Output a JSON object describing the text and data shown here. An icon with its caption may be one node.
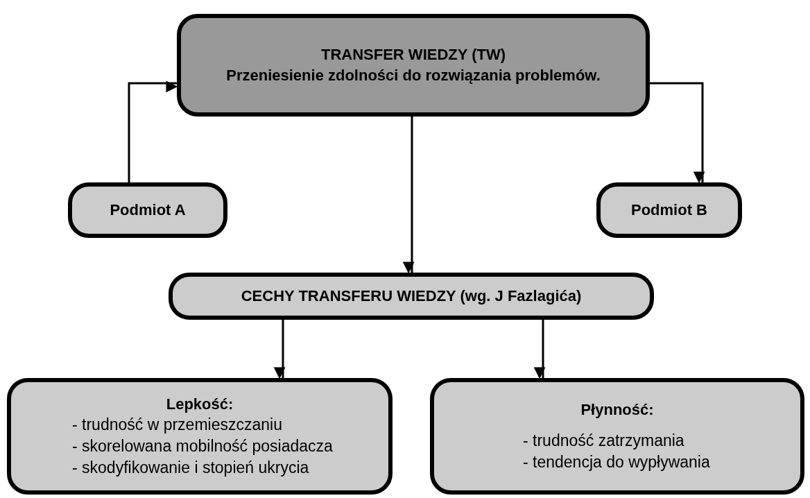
{
  "diagram": {
    "nodes": [
      {
        "text": [
          "TRANSFER WIEDZY (TW)",
          "Przeniesienie zdolności do rozwiązania problemów."
        ]
      },
      {
        "text": [
          "Podmiot A"
        ]
      },
      {
        "text": [
          "Podmiot B"
        ]
      },
      {
        "text": [
          "CECHY TRANSFERU WIEDZY (wg. J Fazlagića)"
        ]
      },
      {
        "text": [
          "Lepkość:",
          "- trudność w przemieszczaniu",
          "- skorelowana mobilność posiadacza",
          "- skodyfikowanie i stopień ukrycia"
        ]
      },
      {
        "text": [
          "Płynność:",
          "- trudność zatrzymania",
          "- tendencja do wypływania"
        ]
      }
    ],
    "edges": [
      {
        "from": 1,
        "to": 0,
        "arrow": "to"
      },
      {
        "from": 0,
        "to": 2,
        "arrow": "to"
      },
      {
        "from": 0,
        "to": 3,
        "arrow": "to"
      },
      {
        "from": 3,
        "to": 4,
        "arrow": "to"
      },
      {
        "from": 3,
        "to": 5,
        "arrow": "to"
      }
    ]
  }
}
